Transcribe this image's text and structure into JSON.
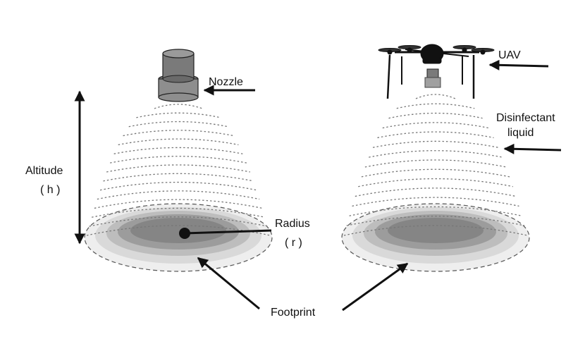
{
  "labels": {
    "nozzle": "Nozzle",
    "uav": "UAV",
    "disinfectant_line1": "Disinfectant",
    "disinfectant_line2": "liquid",
    "altitude": "Altitude",
    "altitude_symbol": "( h )",
    "radius": "Radius",
    "radius_symbol": "( r )",
    "footprint": "Footprint"
  },
  "colors": {
    "ink": "#111111",
    "spray_dash": "#777777",
    "footprint_outer": "#e6e6e6",
    "footprint_mid": "#c2c2c2",
    "footprint_core": "#8a8a8a",
    "nozzle_body": "#8e8e8e"
  },
  "icons": [
    "nozzle-icon",
    "uav-drone-icon",
    "arrow-icon"
  ]
}
